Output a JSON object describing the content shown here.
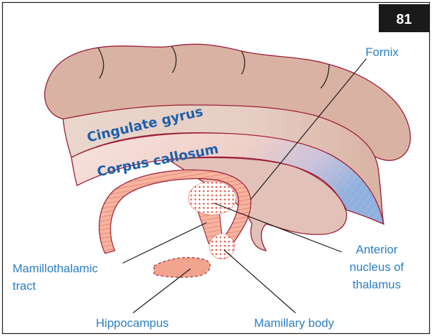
{
  "page_number": "81",
  "labels": {
    "fornix": "Fornix",
    "cingulate_gyrus": "Cingulate gyrus",
    "corpus_callosum": "Corpus callosum",
    "anterior_nucleus_line1": "Anterior",
    "anterior_nucleus_line2": "nucleus of",
    "anterior_nucleus_line3": "thalamus",
    "mamillothalamic_line1": "Mamillothalamic",
    "mamillothalamic_line2": "tract",
    "hippocampus": "Hippocampus",
    "mamillary_body": "Mamillary body"
  },
  "colors": {
    "label_text": "#2a7fc4",
    "region_text": "#1f5faa",
    "cortex_fill": "#d9b2a3",
    "cortex_stroke": "#9b1b35",
    "fornix_fill": "#f3a48e",
    "mamillary_dots": "#e85c4a",
    "callosum_blue": "#8fb1e0",
    "page_badge": "#1a1a1a"
  }
}
